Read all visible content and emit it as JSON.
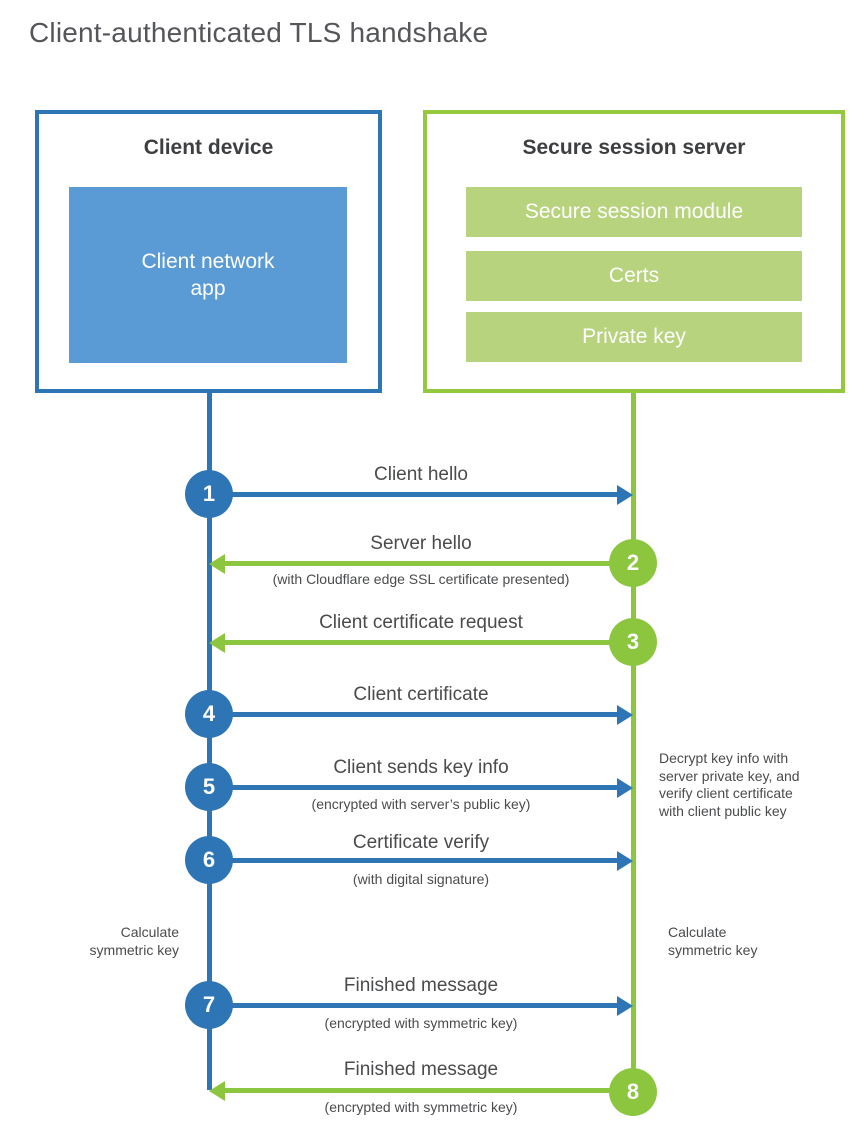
{
  "title": "Client-authenticated TLS handshake",
  "colors": {
    "client_accent": "#2e75b6",
    "client_fill": "#5b9bd5",
    "server_accent": "#8cc63f",
    "server_fill": "#b8d37e",
    "text_dark": "#3e3f41",
    "text_gray": "#4a4b4d"
  },
  "client": {
    "title": "Client device",
    "app_lines": [
      "Client network",
      "app"
    ]
  },
  "server": {
    "title": "Secure session server",
    "modules": [
      "Secure session module",
      "Certs",
      "Private key"
    ]
  },
  "steps": [
    {
      "num": "1",
      "actor": "client",
      "direction": "right",
      "label": "Client hello",
      "sublabel": ""
    },
    {
      "num": "2",
      "actor": "server",
      "direction": "left",
      "label": "Server hello",
      "sublabel": "(with Cloudflare edge SSL certificate presented)"
    },
    {
      "num": "3",
      "actor": "server",
      "direction": "left",
      "label": "Client certificate request",
      "sublabel": ""
    },
    {
      "num": "4",
      "actor": "client",
      "direction": "right",
      "label": "Client certificate",
      "sublabel": ""
    },
    {
      "num": "5",
      "actor": "client",
      "direction": "right",
      "label": "Client sends key info",
      "sublabel": "(encrypted with server’s public key)"
    },
    {
      "num": "6",
      "actor": "client",
      "direction": "right",
      "label": "Certificate verify",
      "sublabel": "(with digital signature)"
    },
    {
      "num": "7",
      "actor": "client",
      "direction": "right",
      "label": "Finished message",
      "sublabel": "(encrypted with symmetric key)"
    },
    {
      "num": "8",
      "actor": "server",
      "direction": "left",
      "label": "Finished message",
      "sublabel": "(encrypted with symmetric key)"
    }
  ],
  "annotations": {
    "server_note_lines": [
      "Decrypt key info with",
      "server private key, and",
      "verify client certificate",
      "with client public key"
    ],
    "client_calc_lines": [
      "Calculate",
      "symmetric key"
    ],
    "server_calc_lines": [
      "Calculate",
      "symmetric key"
    ]
  }
}
